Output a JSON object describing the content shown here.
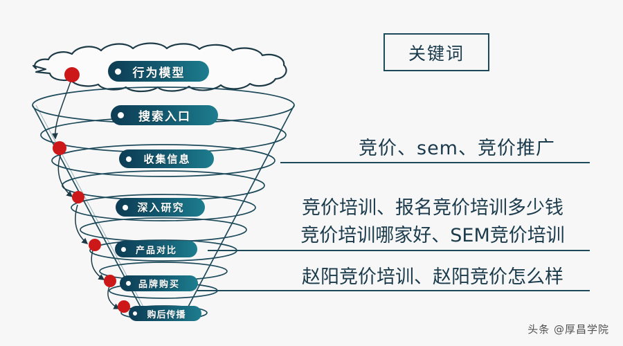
{
  "background_color": "#f7f7f7",
  "theme": {
    "stroke": "#1d4a5a",
    "text": "#1b3b4c",
    "pill_dark": "#0d3d54",
    "pill_light": "#1d7d8e",
    "dot_red": "#cc1818"
  },
  "header": {
    "keyword_box_label": "关键词"
  },
  "funnel": {
    "stages": [
      {
        "label": "行为模型"
      },
      {
        "label": "搜索入口"
      },
      {
        "label": "收集信息"
      },
      {
        "label": "深入研究"
      },
      {
        "label": "产品对比"
      },
      {
        "label": "品牌购买"
      },
      {
        "label": "购后传播"
      }
    ]
  },
  "keywords": {
    "block1": "竞价、sem、竞价推广",
    "block2_line1": "竞价培训、报名竞价培训多少钱",
    "block2_line2": "竞价培训哪家好、SEM竞价培训",
    "block3": "赵阳竞价培训、赵阳竞价怎么样"
  },
  "watermark": "头条 @厚昌学院"
}
